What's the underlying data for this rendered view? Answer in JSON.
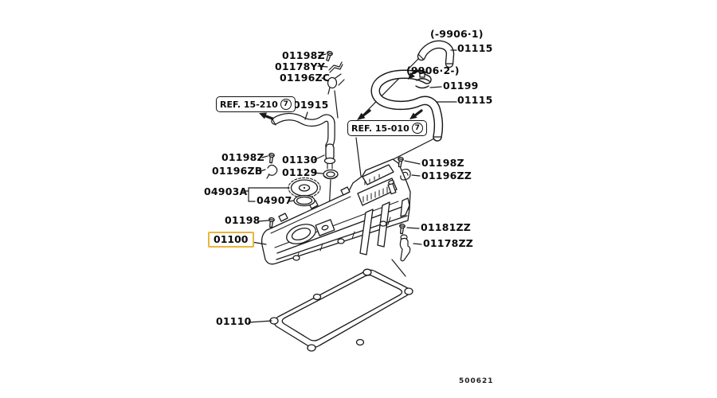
{
  "page": {
    "background": "#ffffff",
    "doc_number": "500621"
  },
  "diagram": {
    "subject": "rocker-cover-assembly-parts-diagram",
    "line_color": "#1a1a1a"
  },
  "highlight": {
    "part": "01100",
    "box_color": "#e9b63c"
  },
  "ref_boxes": {
    "left": {
      "label": "REF. 15-210",
      "badge": "7"
    },
    "center": {
      "label": "REF. 15-010",
      "badge": "7"
    }
  },
  "callouts": {
    "date_note_top": "(-9906·1)",
    "hose_pcv_early": "01115",
    "screw_top": "01198Z",
    "bracket_top": "01178YY",
    "clamp_top": "01196ZC",
    "date_note_late": "(9906·2-)",
    "hose_clamp": "01199",
    "hose_pcv_late": "01115",
    "hose_breather": "01915",
    "screw_mid_left": "01198Z",
    "pcv_valve": "01130",
    "clip_mid_left": "01196ZB",
    "pcv_grommet": "01129",
    "oil_filler_cap": "04903A",
    "cap_oring": "04907",
    "screw_lower_left": "01198",
    "rocker_cover": "01100",
    "screw_right_upper": "01198Z",
    "clip_right": "01196ZZ",
    "screw_right_lower": "01181ZZ",
    "bracket_right": "01178ZZ",
    "gasket": "01110"
  }
}
